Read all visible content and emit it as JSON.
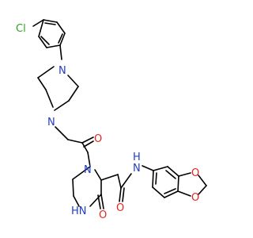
{
  "molecule": {
    "atoms": {
      "Cl": {
        "text": "Cl",
        "color": "#33a02c"
      },
      "N_pip_top": {
        "text": "N",
        "color": "#1f3dcc"
      },
      "N_pip_bottom": {
        "text": "N",
        "color": "#1f3dcc"
      },
      "O_acyl": {
        "text": "O",
        "color": "#e3261c"
      },
      "N_pz": {
        "text": "N",
        "color": "#1f3dcc"
      },
      "NH_amide": {
        "text": "N",
        "color": "#1f3dcc"
      },
      "H_amide": {
        "text": "H",
        "color": "#1f3dcc"
      },
      "HN_ring": {
        "text": "HN",
        "color": "#1f3dcc"
      },
      "O_ring": {
        "text": "O",
        "color": "#e3261c"
      },
      "O_amide": {
        "text": "O",
        "color": "#e3261c"
      },
      "O_diox_top": {
        "text": "O",
        "color": "#e3261c"
      },
      "O_diox_bottom": {
        "text": "O",
        "color": "#e3261c"
      }
    }
  }
}
